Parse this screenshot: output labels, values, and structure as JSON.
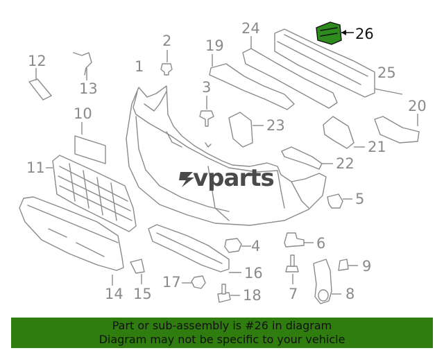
{
  "callouts": {
    "c1": "1",
    "c2": "2",
    "c3": "3",
    "c4": "4",
    "c5": "5",
    "c6": "6",
    "c7": "7",
    "c8": "8",
    "c9": "9",
    "c10": "10",
    "c11": "11",
    "c12": "12",
    "c13": "13",
    "c14": "14",
    "c15": "15",
    "c16": "16",
    "c17": "17",
    "c18": "18",
    "c19": "19",
    "c20": "20",
    "c21": "21",
    "c22": "22",
    "c23": "23",
    "c24": "24",
    "c25": "25",
    "c26": "26"
  },
  "highlight": {
    "part_number": "26",
    "color": "#2e8b1e"
  },
  "watermark": {
    "text": "vparts"
  },
  "banner": {
    "line1": "Part or sub-assembly is #26 in diagram",
    "line2": "Diagram may not be specific to your vehicle",
    "color": "#2f7d0f"
  }
}
